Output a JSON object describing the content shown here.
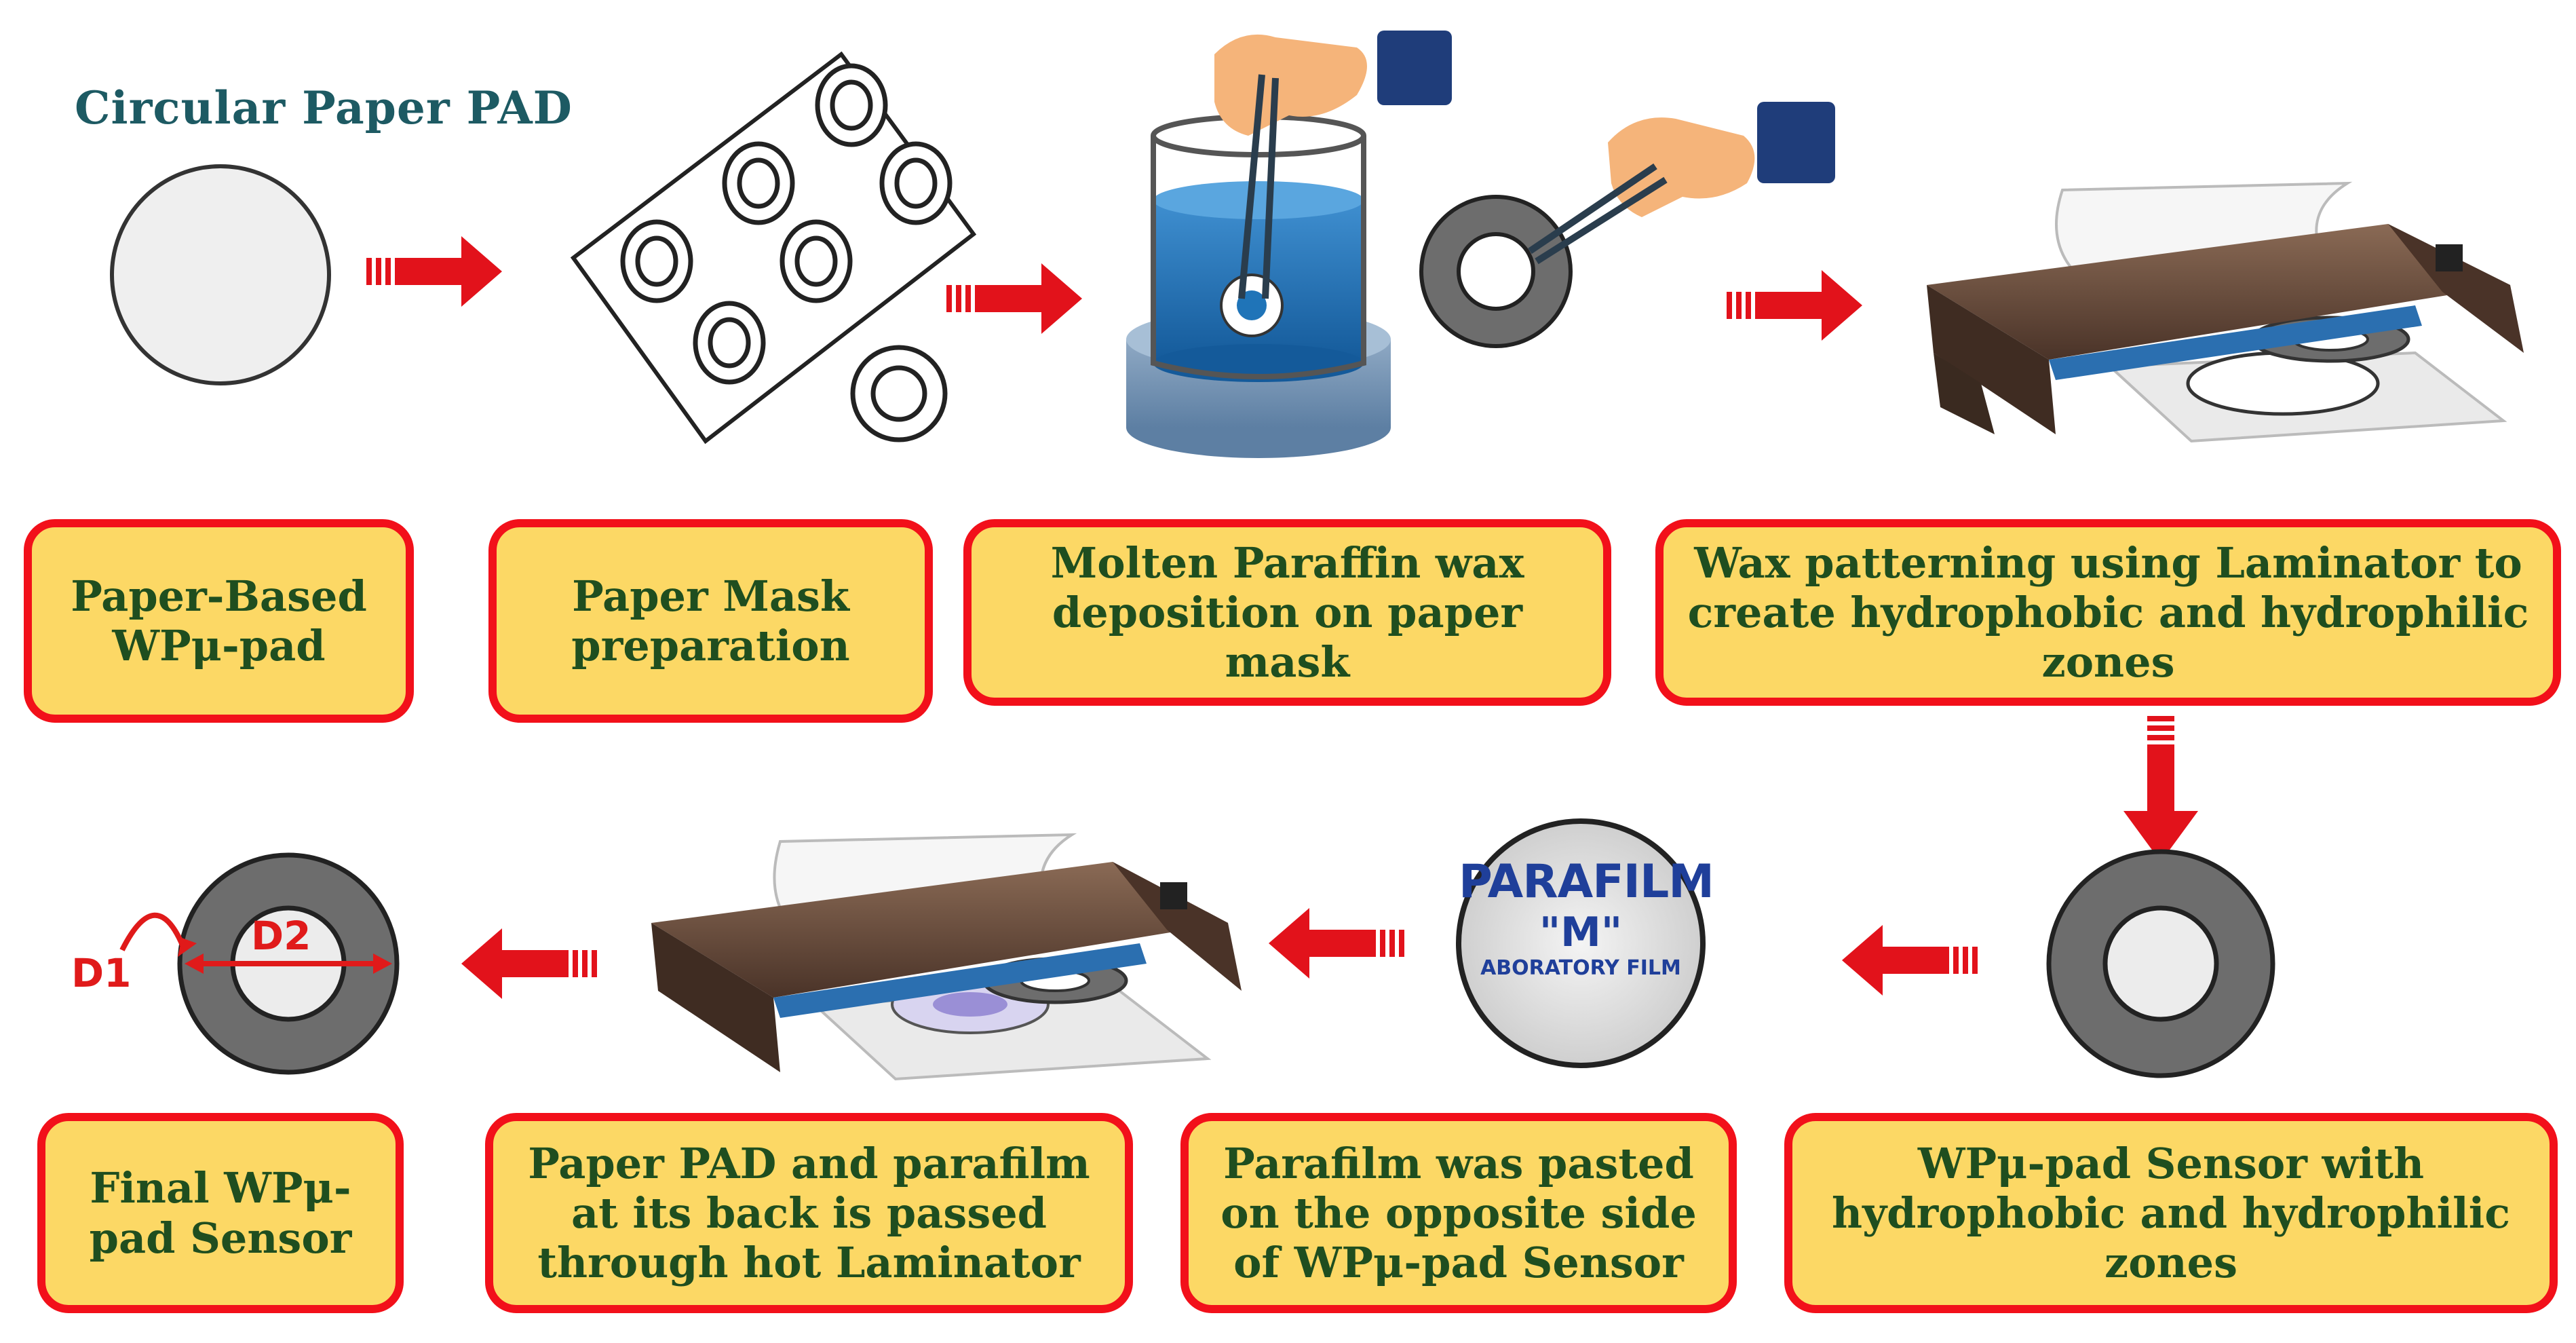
{
  "heading": "Circular Paper PAD",
  "steps": {
    "s1": "Paper-Based WPμ-pad",
    "s2": "Paper Mask preparation",
    "s3": "Molten Paraffin wax deposition on paper mask",
    "s4": "Wax patterning using Laminator to create hydrophobic and hydrophilic zones",
    "s5": "WPμ-pad Sensor with hydrophobic and hydrophilic zones",
    "s6": "Parafilm was pasted on the opposite side of WPμ-pad Sensor",
    "s7": "Paper PAD and parafilm at its back is passed through hot Laminator",
    "s8": "Final WPμ-pad Sensor"
  },
  "dimension_labels": {
    "d1": "D1",
    "d2": "D2"
  },
  "parafilm_label": {
    "line1": "PARAFILM",
    "line2": "\"M\"",
    "line3": "ABORATORY FILM"
  },
  "colors": {
    "box_fill": "#fcd865",
    "box_border": "#f2101a",
    "box_text": "#1f4e1f",
    "arrow": "#e2121b",
    "heading": "#1d5a63",
    "wax_ring": "#6d6d6d",
    "beaker_liquid": "#1f74b8",
    "laminator": "#6b4f3e"
  }
}
